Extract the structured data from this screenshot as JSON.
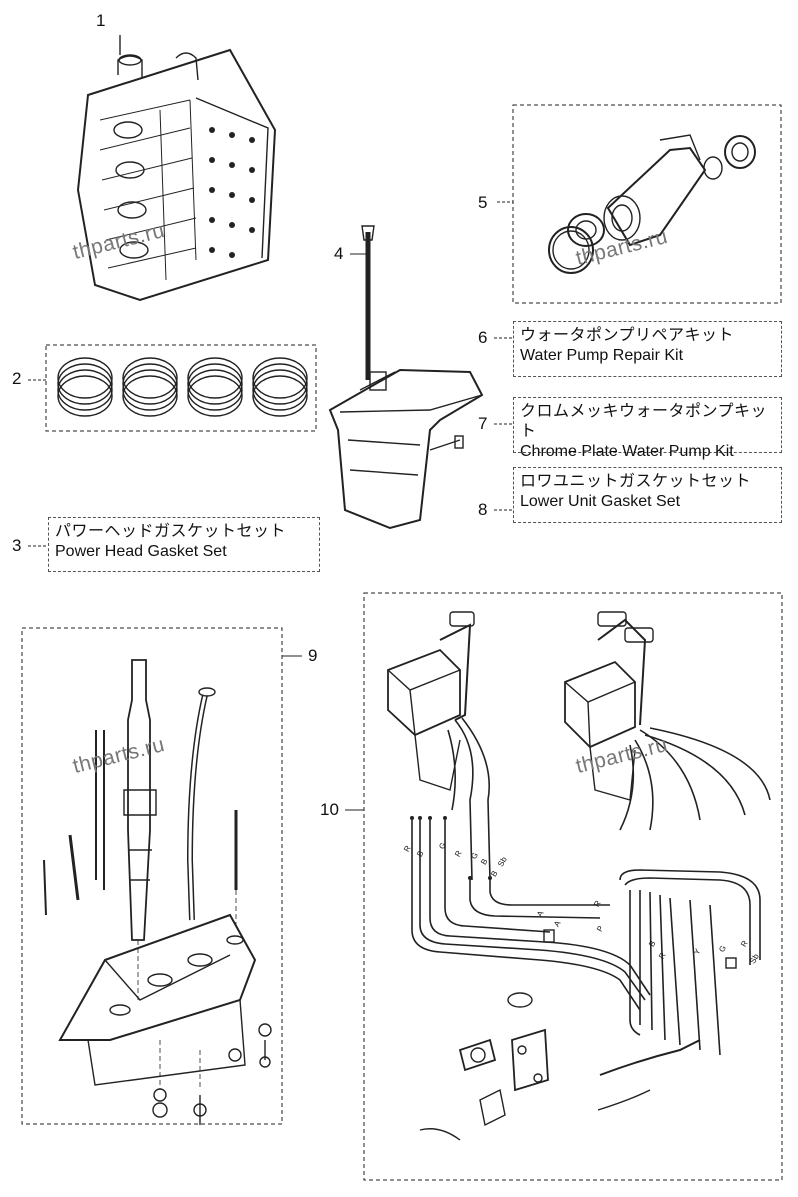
{
  "callouts": {
    "n1": "1",
    "n2": "2",
    "n3": "3",
    "n4": "4",
    "n5": "5",
    "n6": "6",
    "n7": "7",
    "n8": "8",
    "n9": "9",
    "n10": "10"
  },
  "kits": {
    "k3": {
      "jp": "パワーヘッドガスケットセット",
      "en": "Power Head Gasket Set"
    },
    "k6": {
      "jp": "ウォータポンプリペアキット",
      "en": "Water Pump Repair Kit"
    },
    "k7": {
      "jp": "クロムメッキウォータポンプキット",
      "en": "Chrome Plate Water Pump Kit"
    },
    "k8": {
      "jp": "ロワユニットガスケットセット",
      "en": "Lower Unit Gasket Set"
    }
  },
  "watermark": "thparts.ru",
  "wire_codes": [
    "R",
    "B",
    "G",
    "R",
    "G",
    "B",
    "B",
    "Sb",
    "A",
    "A",
    "R",
    "P",
    "B",
    "R",
    "Y",
    "G",
    "Sb",
    "R"
  ],
  "colors": {
    "line": "#222222",
    "watermark": "#777777"
  }
}
